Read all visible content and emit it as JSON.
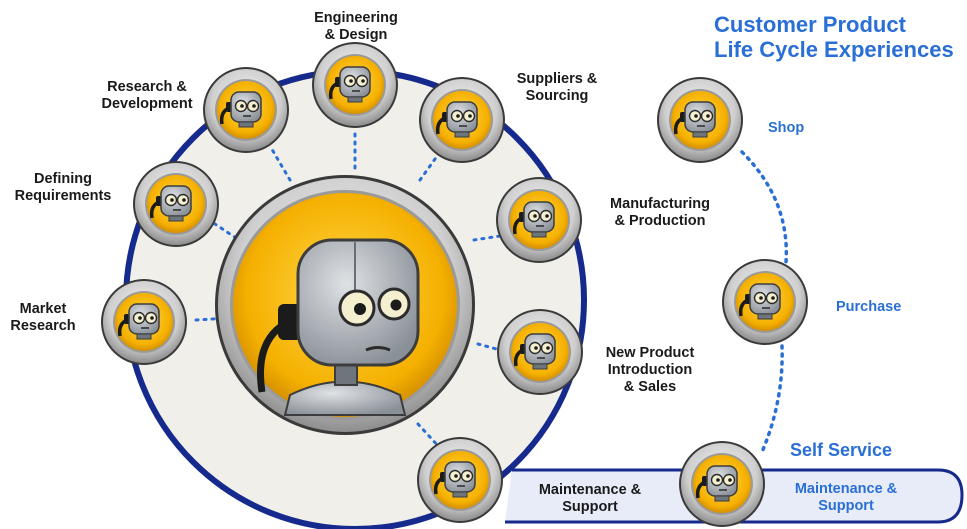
{
  "left_cycle": {
    "stages": [
      {
        "id": "market-research",
        "lines": [
          "Market",
          "Research"
        ]
      },
      {
        "id": "defining-requirements",
        "lines": [
          "Defining",
          "Requirements"
        ]
      },
      {
        "id": "research-development",
        "lines": [
          "Research &",
          "Development"
        ]
      },
      {
        "id": "engineering-design",
        "lines": [
          "Engineering",
          "& Design"
        ]
      },
      {
        "id": "suppliers-sourcing",
        "lines": [
          "Suppliers &",
          "Sourcing"
        ]
      },
      {
        "id": "manufacturing-production",
        "lines": [
          "Manufacturing",
          "& Production"
        ]
      },
      {
        "id": "npi-sales",
        "lines": [
          "New Product",
          "Introduction",
          "& Sales"
        ]
      },
      {
        "id": "maintenance-support",
        "lines": [
          "Maintenance &",
          "Support"
        ]
      }
    ]
  },
  "customer_experience": {
    "title_lines": [
      "Customer Product",
      "Life Cycle Experiences"
    ],
    "stages": [
      {
        "id": "shop",
        "lines": [
          "Shop"
        ]
      },
      {
        "id": "purchase",
        "lines": [
          "Purchase"
        ]
      },
      {
        "id": "self-service-support",
        "lines": [
          "Maintenance &",
          "Support"
        ]
      }
    ],
    "self_service_label": "Self Service"
  },
  "colors": {
    "ring": "#152a8c",
    "accent_blue": "#2a6fd6",
    "robot_bg": "#f5b800",
    "disc_bg": "#f1efe9",
    "dots": "#2a6fd6"
  },
  "icons": {
    "node": "robot-icon",
    "hub": "robot-with-plug-icon"
  }
}
